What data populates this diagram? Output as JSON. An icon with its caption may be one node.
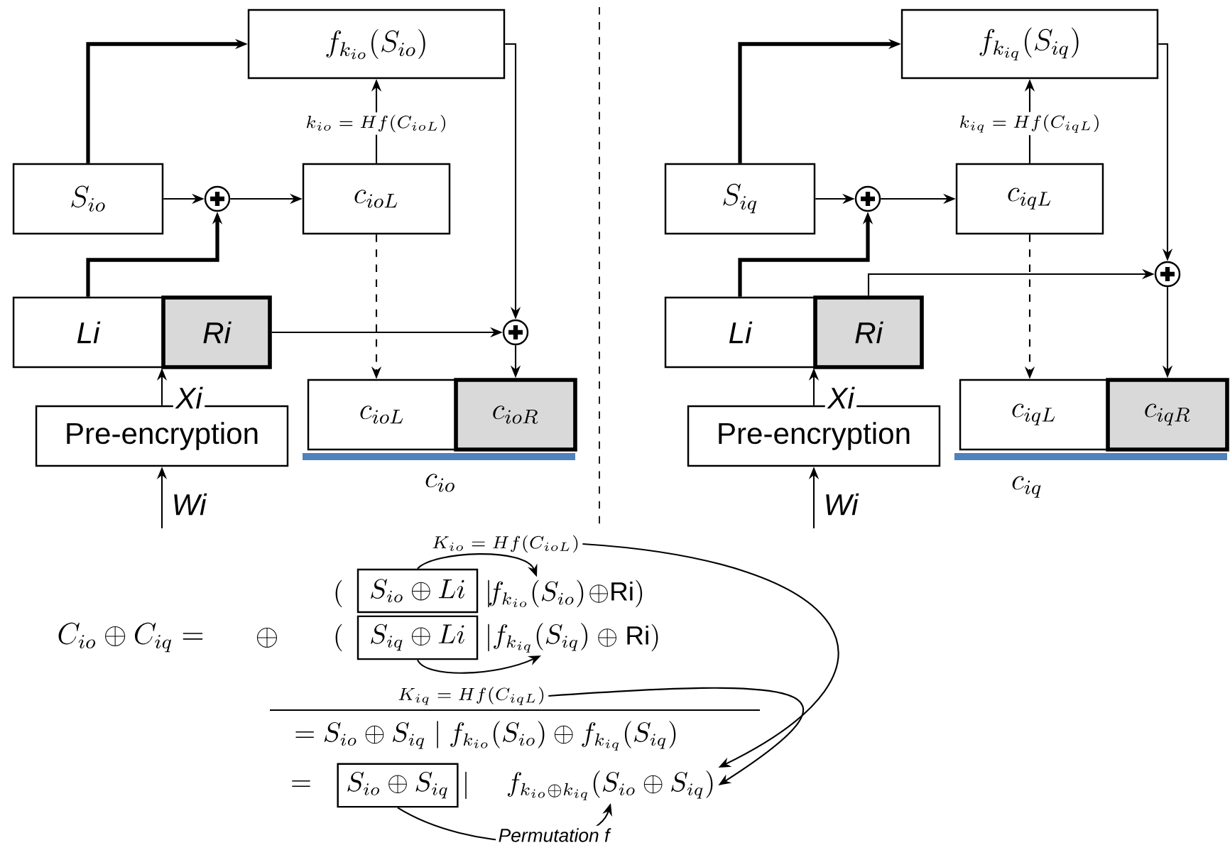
{
  "diagram": {
    "nodes": [
      {
        "text": [
          "f_{k_{io}}(S_{io})"
        ]
      },
      {
        "text": [
          "S_{io}"
        ]
      },
      {
        "text": [],
        "shape": "circle"
      },
      {
        "text": [
          "c_{ioL}"
        ]
      },
      {
        "text": [
          "Li"
        ]
      },
      {
        "text": [
          "Ri"
        ]
      },
      {
        "text": [],
        "shape": "circle"
      },
      {
        "text": [
          "Pre-encryption"
        ]
      },
      {
        "text": [
          "c_{ioL}"
        ]
      },
      {
        "text": [
          "c_{ioR}"
        ]
      },
      {
        "text": [
          "f_{k_{iq}}(S_{iq})"
        ]
      },
      {
        "text": [
          "S_{iq}"
        ]
      },
      {
        "text": [],
        "shape": "circle"
      },
      {
        "text": [
          "c_{iqL}"
        ]
      },
      {
        "text": [
          "Li"
        ]
      },
      {
        "text": [
          "Ri"
        ]
      },
      {
        "text": [],
        "shape": "circle"
      },
      {
        "text": [
          "Pre-encryption"
        ]
      },
      {
        "text": [
          "c_{iqL}"
        ]
      },
      {
        "text": [
          "c_{iqR}"
        ]
      },
      {
        "text": [
          "S_{io}\\oplus Li"
        ]
      },
      {
        "text": [
          "S_{iq}\\oplus Li"
        ]
      },
      {
        "text": [
          "S_{io}\\oplus S_{iq}"
        ]
      },
      {
        "text": [
          "f_{k_{io}}(S_{io})"
        ]
      },
      {
        "text": [
          "f_{k_{iq}}(S_{iq})"
        ]
      },
      {
        "text": [
          "K_{io}= Hf(C_{ioL})"
        ]
      },
      {
        "text": [
          "K_{iq}=Hf(C_{iqL})"
        ]
      },
      {
        "text": [
          "f_{k_{io}\\oplus k_{iq}}(S_{io}\\oplus S_{iq})"
        ]
      }
    ],
    "edges": [
      {
        "from": 1,
        "to": 0,
        "arrow": "to",
        "style": "thick"
      },
      {
        "from": 1,
        "to": 2,
        "arrow": "to"
      },
      {
        "from": 2,
        "to": 3,
        "arrow": "to"
      },
      {
        "from": 4,
        "to": 2,
        "arrow": "to",
        "style": "thick"
      },
      {
        "from": 3,
        "to": 0,
        "arrow": "to",
        "label": "k_{io}=Hf(C_{ioL})"
      },
      {
        "from": 0,
        "to": 6,
        "arrow": "to"
      },
      {
        "from": 5,
        "to": 6,
        "arrow": "to"
      },
      {
        "from": 6,
        "to": 9,
        "arrow": "to"
      },
      {
        "from": 3,
        "to": 8,
        "arrow": "to",
        "style": "dashed"
      },
      {
        "from": 7,
        "to": 4,
        "arrow": "to",
        "label": "Xi"
      },
      {
        "from": null,
        "to": 7,
        "arrow": "to",
        "label": "Wi"
      },
      {
        "from": 11,
        "to": 10,
        "arrow": "to",
        "style": "thick"
      },
      {
        "from": 11,
        "to": 12,
        "arrow": "to"
      },
      {
        "from": 12,
        "to": 13,
        "arrow": "to"
      },
      {
        "from": 14,
        "to": 12,
        "arrow": "to",
        "style": "thick"
      },
      {
        "from": 13,
        "to": 10,
        "arrow": "to",
        "label": "k_{iq}=Hf(C_{iqL})"
      },
      {
        "from": 10,
        "to": 16,
        "arrow": "to"
      },
      {
        "from": 15,
        "to": 16,
        "arrow": "to"
      },
      {
        "from": 16,
        "to": 19,
        "arrow": "to"
      },
      {
        "from": 13,
        "to": 18,
        "arrow": "to",
        "style": "dashed"
      },
      {
        "from": 17,
        "to": 14,
        "arrow": "to",
        "label": "Xi"
      },
      {
        "from": null,
        "to": 17,
        "arrow": "to",
        "label": "Wi"
      },
      {
        "from": 20,
        "to": 23,
        "arrow": "to"
      },
      {
        "from": 25,
        "to": 27,
        "arrow": "to"
      },
      {
        "from": 21,
        "to": 24,
        "arrow": "to"
      },
      {
        "from": 26,
        "to": 27,
        "arrow": "to"
      },
      {
        "from": 22,
        "to": 27,
        "arrow": "to",
        "label": "Permutation f"
      }
    ],
    "labels": [
      "c_{io}",
      "c_{iq}",
      "(",
      "|",
      "\\oplus \\mathrm{Ri})",
      "C_{io}\\oplus C_{iq}=",
      "\\oplus",
      "(",
      "|",
      "\\oplus \\ \\mathrm{Ri})",
      "= S_{io}\\oplus S_{iq} \\mid f_{k_{io}}(S_{io}) \\oplus f_{k_{iq}}(S_{iq})",
      "=",
      "|"
    ]
  }
}
